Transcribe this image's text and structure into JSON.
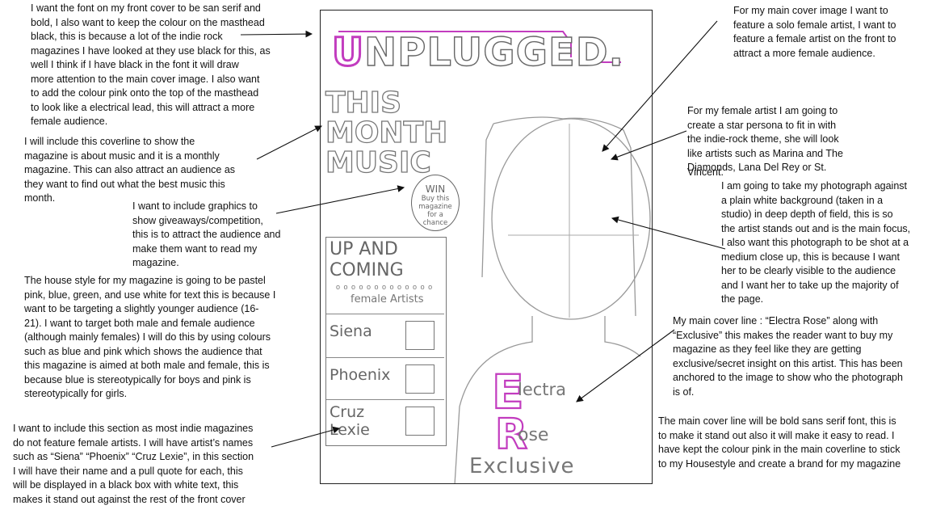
{
  "notes": {
    "masthead": "I want the font on my front cover to be san serif and\nbold, I also want to keep the colour on the masthead\nblack, this is because a lot of the indie rock\nmagazines I have looked at they use black for this, as\nwell I think if I have black in the font it will draw\nmore attention to the main cover image. I also want\nto add the colour pink onto the top of the masthead\nto look like a electrical lead, this will attract a more\nfemale audience.",
    "coverline": "I will include this coverline to show the\nmagazine is about music and it is a monthly\nmagazine. This can also attract an audience as\nthey want to find out what the best music this\nmonth.",
    "graphics": "I want to include graphics to\nshow giveaways/competition,\nthis is to attract the audience and\nmake them want to read my\nmagazine.",
    "house_style": "The house style for my magazine is going to be pastel\npink, blue, green, and use white for text this is because I\nwant to be targeting a slightly younger audience (16-\n21). I want to target both male and female audience\n(although mainly females) I will do this by using colours\nsuch as blue and pink which shows the audience that\nthis magazine is aimed at both male and female, this is\nbecause blue is stereotypically for boys and pink is\nstereotypically for girls.",
    "section": "I want to include this section as most indie magazines\ndo not feature female artists. I will have artist’s names\nsuch as “Siena” “Phoenix” “Cruz Lexie”, in this section\nI will have their name and a pull quote for each, this\nwill be displayed in a black box with white text, this\nmakes it stand out against the rest of the front cover",
    "main_image": "For my main cover image I want to\nfeature a solo female artist, I want to\nfeature a female artist on the front to\nattract a more female audience.",
    "persona": "For my female artist I am going to\ncreate a star persona to fit in with\nthe indie-rock theme, she will look\nlike artists such as Marina and The\nDiamonds, Lana Del Rey or St.",
    "persona_end": "Vincent.",
    "photo": "I am going to take my photograph against\na plain white background (taken in a\nstudio) in deep depth of field, this is so\nthe artist stands out and is the main focus,\nI also want this photograph to be shot at a\nmedium close up, this is because I want\nher to be clearly visible to the audience\nand I want her to take up the majority of\nthe page.",
    "main_cover_line": "My main cover line : “Electra Rose” along with\n“Exclusive” this makes the reader want to buy my\nmagazine as they feel like they are getting\nexclusive/secret insight on this artist. This has been\nanchored to the image to show who the photograph\nis of.",
    "font_choice": "The main cover line will be bold sans serif font, this is\nto make it stand out also it will make it easy to read. I\nhave kept the colour pink in the main coverline to stick\nto my Housestyle and create a brand for my magazine"
  },
  "sketch": {
    "masthead_first": "U",
    "masthead_rest": "NPLUGGED.",
    "cover_line": "THIS\nMONTH\nMUSIC",
    "win_title": "WIN",
    "win_body": "Buy this\nmagazine\nfor a\nchance",
    "up_title": "UP AND\nCOMING",
    "up_dots": "o o o o o o o o o o o o o",
    "up_sub": "female Artists",
    "artists": [
      "Siena",
      "Phoenix",
      "Cruz\nLexie"
    ],
    "main_line_e": "E",
    "main_line_1": "lectra",
    "main_line_r": "R",
    "main_line_2": "ose",
    "exclusive": "Exclusive"
  },
  "colors": {
    "accent_pink": "#c23cbf",
    "pencil": "#777777",
    "ink": "#111111"
  }
}
